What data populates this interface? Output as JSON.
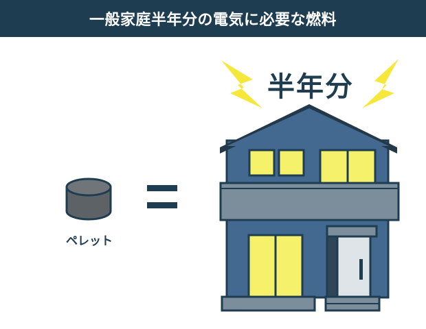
{
  "title": "一般家庭半年分の電気に必要な燃料",
  "pellet": {
    "label": "ペレット"
  },
  "house": {
    "period_label": "半年分"
  },
  "colors": {
    "title_bg": "#1f3d50",
    "house_body": "#436990",
    "roof": "#23394a",
    "window_light": "#f6f16a",
    "pellet": "#5d6266",
    "lightning": "#f5e83a",
    "equals": "#1f3d50"
  },
  "icons": [
    "pellet-cylinder-icon",
    "equals-icon",
    "house-icon",
    "lightning-icon"
  ]
}
